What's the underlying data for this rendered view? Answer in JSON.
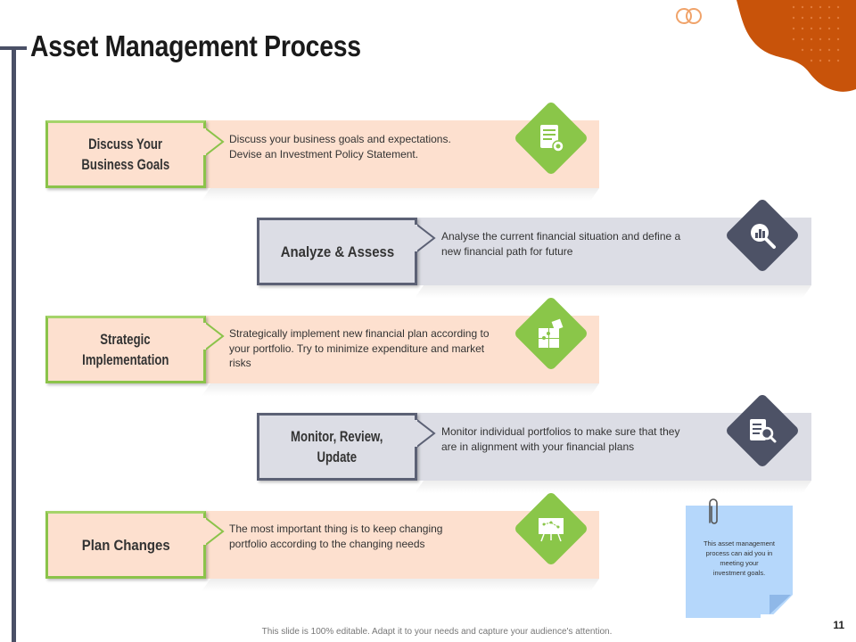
{
  "slide": {
    "title": "Asset Management Process",
    "page_number": "11",
    "footer": "This slide is 100% editable. Adapt it to your needs and capture your audience's attention."
  },
  "colors": {
    "accent_orange": "#c8530a",
    "green": "#8ac649",
    "slate": "#4d5266",
    "peach": "#fde0cf",
    "gray": "#dcdde5",
    "note_blue": "#b5d7fb"
  },
  "steps": [
    {
      "title": "Discuss Your Business Goals",
      "title_lines": [
        "Discuss Your",
        "Business Goals"
      ],
      "description_lines": [
        "Discuss your business goals and expectations.",
        "Devise an Investment Policy Statement."
      ],
      "icon": "document-target-icon"
    },
    {
      "title": "Analyze & Assess",
      "title_lines": [
        "Analyze & Assess"
      ],
      "description_lines": [
        "Analyse the current financial situation and define a",
        "new financial path for future"
      ],
      "icon": "magnify-chart-icon"
    },
    {
      "title": "Strategic Implementation",
      "title_lines": [
        "Strategic",
        "Implementation"
      ],
      "description_lines": [
        "Strategically implement new financial plan according to",
        "your portfolio. Try to minimize expenditure and market",
        "risks"
      ],
      "icon": "puzzle-icon"
    },
    {
      "title": "Monitor, Review, Update",
      "title_lines": [
        "Monitor, Review,",
        "Update"
      ],
      "description_lines": [
        "Monitor individual portfolios to make sure that they",
        "are in alignment with your financial plans"
      ],
      "icon": "document-search-icon"
    },
    {
      "title": "Plan Changes",
      "title_lines": [
        "Plan Changes"
      ],
      "description_lines": [
        "The most important thing is to keep changing",
        "portfolio according to the changing needs"
      ],
      "icon": "whiteboard-plan-icon"
    }
  ],
  "note": {
    "lines": [
      "This asset management",
      "process can aid you in",
      "meeting your",
      "investment goals."
    ]
  }
}
